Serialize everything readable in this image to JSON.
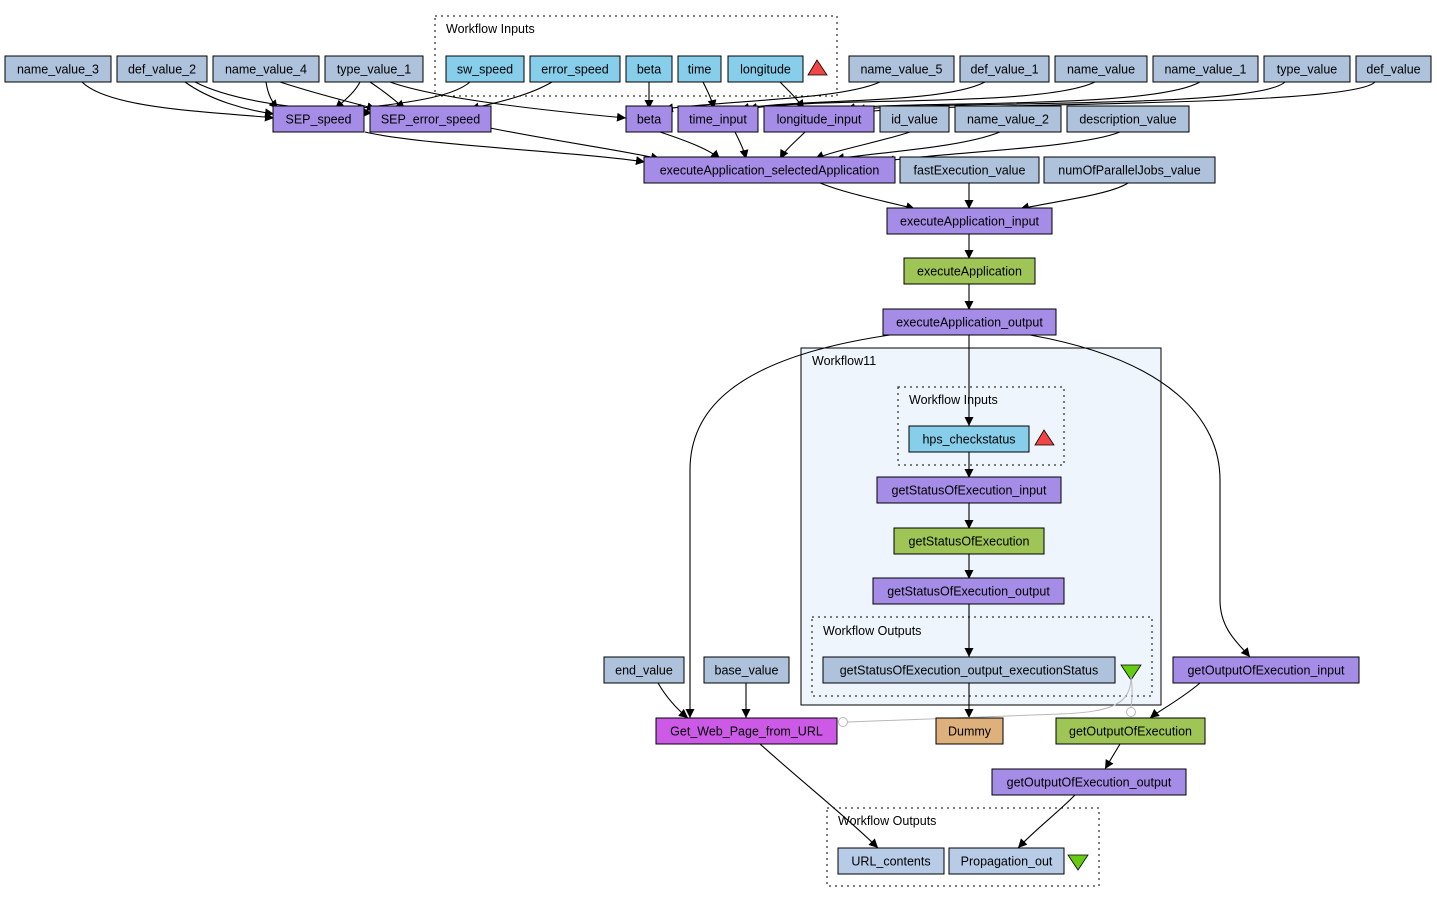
{
  "colors": {
    "constant": "#aec2dc",
    "port": "#a58ce6",
    "input_port": "#87ceea",
    "service": "#9ec556",
    "web_service": "#cc5ae6",
    "dummy": "#ddb07c",
    "output_port": "#b8cce8",
    "input_triangle": "#f24545",
    "output_triangle": "#66cc11",
    "nested_bg": "#eef5fc"
  },
  "clusters": {
    "workflow_inputs": {
      "label": "Workflow Inputs"
    },
    "workflow11": {
      "label": "Workflow11"
    },
    "nested_inputs": {
      "label": "Workflow Inputs"
    },
    "nested_outputs": {
      "label": "Workflow Outputs"
    },
    "workflow_outputs": {
      "label": "Workflow Outputs"
    }
  },
  "nodes": {
    "name_value_3": "name_value_3",
    "def_value_2": "def_value_2",
    "name_value_4": "name_value_4",
    "type_value_1": "type_value_1",
    "in_sw_speed": "sw_speed",
    "in_error_speed": "error_speed",
    "in_beta": "beta",
    "in_time": "time",
    "in_longitude": "longitude",
    "name_value_5": "name_value_5",
    "def_value_1": "def_value_1",
    "name_value": "name_value",
    "name_value_1": "name_value_1",
    "type_value": "type_value",
    "def_value": "def_value",
    "SEP_speed": "SEP_speed",
    "SEP_error_speed": "SEP_error_speed",
    "beta": "beta",
    "time_input": "time_input",
    "longitude_input": "longitude_input",
    "id_value": "id_value",
    "name_value_2": "name_value_2",
    "description_value": "description_value",
    "executeApplication_selectedApplication": "executeApplication_selectedApplication",
    "fastExecution_value": "fastExecution_value",
    "numOfParallelJobs_value": "numOfParallelJobs_value",
    "executeApplication_input": "executeApplication_input",
    "executeApplication": "executeApplication",
    "executeApplication_output": "executeApplication_output",
    "hps_checkstatus": "hps_checkstatus",
    "getStatusOfExecution_input": "getStatusOfExecution_input",
    "getStatusOfExecution": "getStatusOfExecution",
    "getStatusOfExecution_output": "getStatusOfExecution_output",
    "getStatusOfExecution_output_executionStatus": "getStatusOfExecution_output_executionStatus",
    "end_value": "end_value",
    "base_value": "base_value",
    "getOutputOfExecution_input": "getOutputOfExecution_input",
    "Get_Web_Page_from_URL": "Get_Web_Page_from_URL",
    "Dummy": "Dummy",
    "getOutputOfExecution": "getOutputOfExecution",
    "getOutputOfExecution_output": "getOutputOfExecution_output",
    "URL_contents": "URL_contents",
    "Propagation_out": "Propagation_out"
  }
}
